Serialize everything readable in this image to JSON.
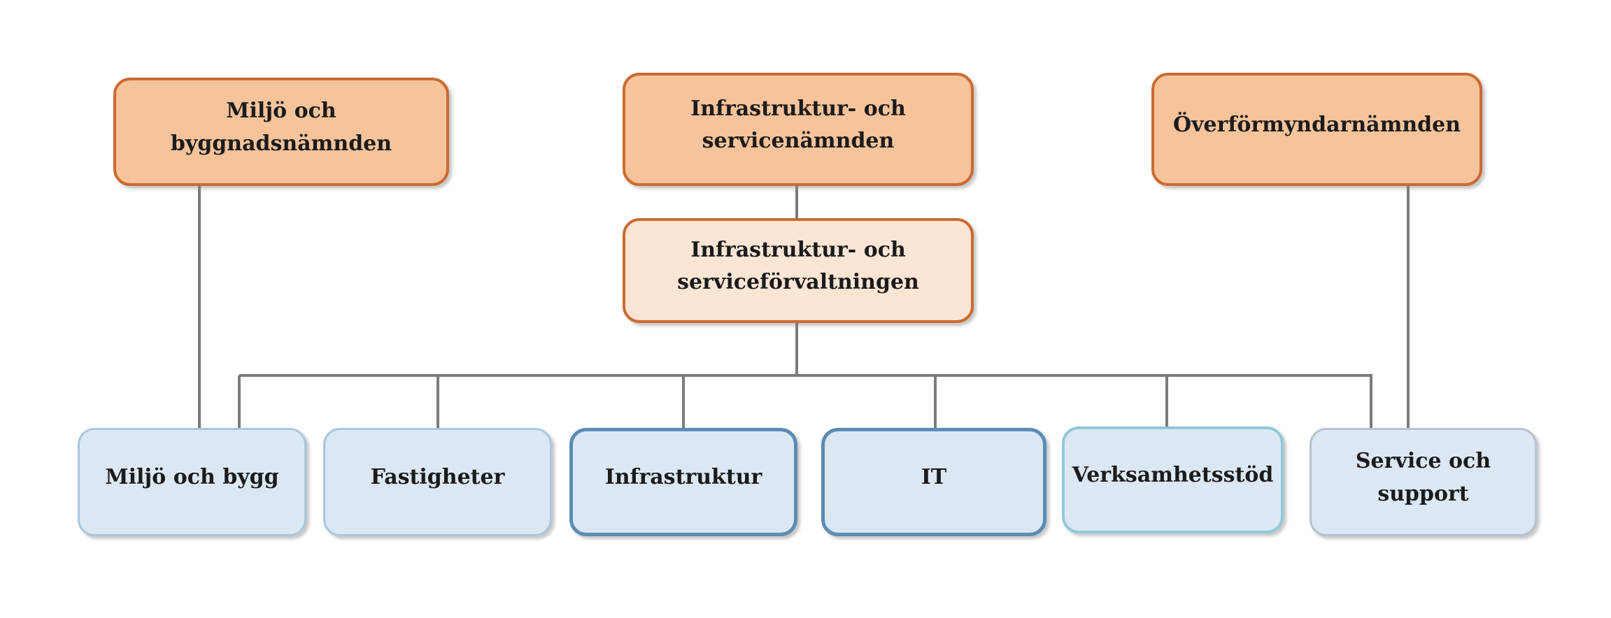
{
  "diagram": {
    "type": "org-chart",
    "language": "sv",
    "top_row": [
      {
        "id": "miljo-och-byggnadsnamnden",
        "label": "Miljö och byggnadsnämnden"
      },
      {
        "id": "infrastruktur-och-servicenamnden",
        "label": "Infrastruktur- och servicenämnden"
      },
      {
        "id": "overformyndarnamnden",
        "label": "Överförmyndarnämnden"
      }
    ],
    "middle": {
      "id": "infrastruktur-och-serviceforvaltningen",
      "label": "Infrastruktur- och serviceförvaltningen"
    },
    "bottom_row": [
      {
        "id": "miljo-och-bygg",
        "label": "Miljö och bygg"
      },
      {
        "id": "fastigheter",
        "label": "Fastigheter"
      },
      {
        "id": "infrastruktur",
        "label": "Infrastruktur"
      },
      {
        "id": "it",
        "label": "IT"
      },
      {
        "id": "verksamhetsstod",
        "label": "Verksamhetsstöd"
      },
      {
        "id": "service-och-support",
        "label": "Service och support"
      }
    ],
    "edges": [
      {
        "from": "miljo-och-byggnadsnamnden",
        "to": "miljo-och-bygg"
      },
      {
        "from": "infrastruktur-och-servicenamnden",
        "to": "infrastruktur-och-serviceforvaltningen"
      },
      {
        "from": "infrastruktur-och-serviceforvaltningen",
        "to": "miljo-och-bygg"
      },
      {
        "from": "infrastruktur-och-serviceforvaltningen",
        "to": "fastigheter"
      },
      {
        "from": "infrastruktur-och-serviceforvaltningen",
        "to": "infrastruktur"
      },
      {
        "from": "infrastruktur-och-serviceforvaltningen",
        "to": "it"
      },
      {
        "from": "infrastruktur-och-serviceforvaltningen",
        "to": "verksamhetsstod"
      },
      {
        "from": "infrastruktur-och-serviceforvaltningen",
        "to": "service-och-support"
      },
      {
        "from": "overformyndarnamnden",
        "to": "service-och-support"
      }
    ],
    "colors": {
      "committee_fill": "#f6c39b",
      "committee_border": "#cb6a31",
      "admin_fill": "#fce5d5",
      "admin_border": "#cb6a31",
      "unit_fill": "#dbe8f4",
      "unit_border_light_blue": "#a9c6df",
      "unit_border_steel_blue": "#5b8db4",
      "unit_border_cyan": "#92c7da",
      "unit_border_gray_blue": "#b6c2cf",
      "connector": "#7b7b7b",
      "text": "#1b1b1b",
      "background": "#ffffff"
    }
  }
}
